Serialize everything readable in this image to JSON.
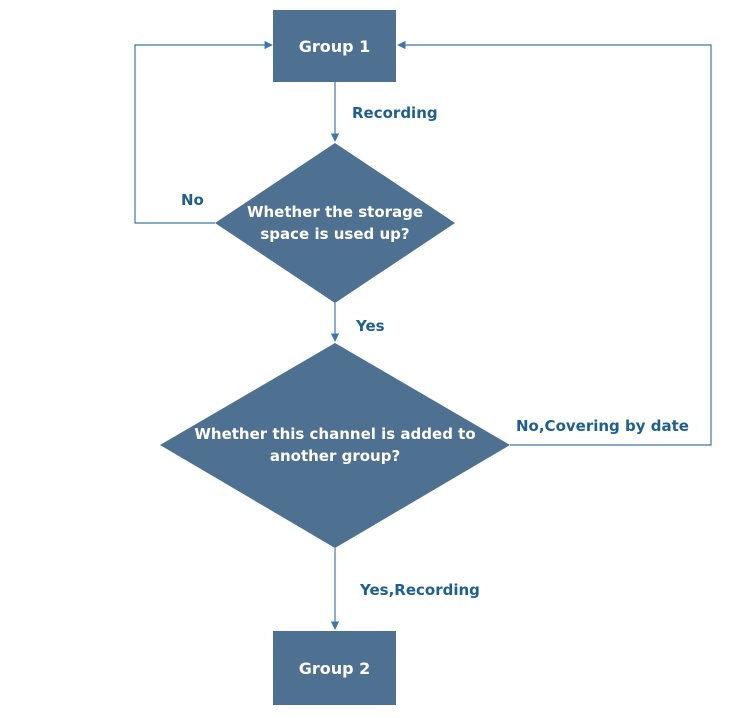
{
  "nodes": {
    "group1": "Group 1",
    "decision_storage": [
      "Whether the storage",
      "space is used up?"
    ],
    "decision_channel": [
      "Whether this channel is added to",
      "another group?"
    ],
    "group2": "Group 2"
  },
  "edges": {
    "recording": "Recording",
    "no": "No",
    "yes": "Yes",
    "no_covering": "No,Covering by date",
    "yes_recording": "Yes,Recording"
  },
  "colors": {
    "node_fill": "#4f7191",
    "node_text": "#ffffff",
    "edge_line": "#3f78a8",
    "edge_label": "#1f5f8f"
  }
}
